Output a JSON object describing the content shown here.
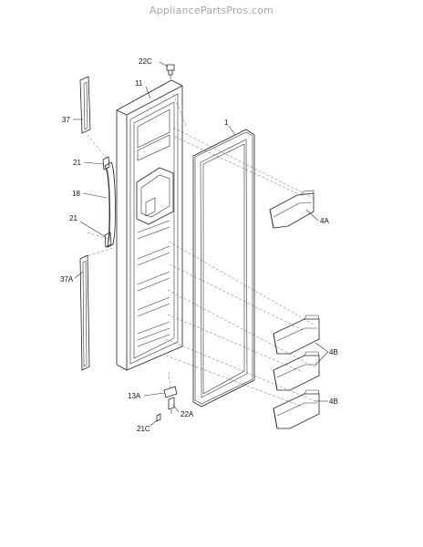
{
  "watermark": "AppliancePartsPros.com",
  "callouts": {
    "c22C": "22C",
    "c11": "11",
    "c1": "1",
    "c37": "37",
    "c21a": "21",
    "c18": "18",
    "c21b": "21",
    "c37A": "37A",
    "c4A": "4A",
    "c4B_1": "4B",
    "c4B_2": "4B",
    "c13A": "13A",
    "c22A": "22A",
    "c21C": "21C"
  }
}
